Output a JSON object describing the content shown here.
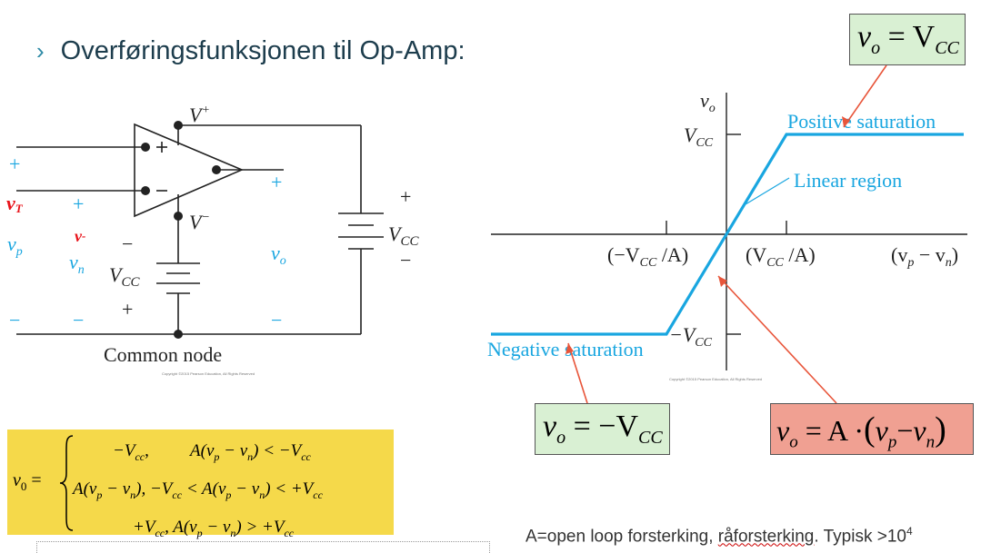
{
  "title": {
    "bullet": "›",
    "text": "Overføringsfunksjonen til Op-Amp:"
  },
  "circuit": {
    "v_plus": "V",
    "v_plus_sup": "+",
    "v_minus": "V",
    "v_minus_sup": "−",
    "vcc_right": "V",
    "vcc_right_sub": "CC",
    "vcc_left": "V",
    "vcc_left_sub": "CC",
    "vp": "v",
    "vp_sub": "p",
    "vn": "v",
    "vn_sub": "n",
    "vo": "v",
    "vo_sub": "o",
    "common_node": "Common node",
    "copyright": "Copyright ©2015 Pearson Education, All Rights Reserved",
    "plus": "+",
    "minus": "−"
  },
  "graph": {
    "y_axis_label": "v",
    "y_axis_label_sub": "o",
    "vcc_label": "V",
    "vcc_label_sub": "CC",
    "neg_vcc_label": "−V",
    "neg_vcc_label_sub": "CC",
    "positive_saturation": "Positive saturation",
    "linear_region": "Linear region",
    "negative_saturation": "Negative saturation",
    "tick_left": "(−V",
    "tick_left_sub": "CC",
    "tick_left_end": " /A)",
    "tick_right": "(V",
    "tick_right_sub": "CC",
    "tick_right_end": " /A)",
    "x_axis_label": "(v",
    "x_axis_label_sub1": "p",
    "x_axis_label_mid": " − v",
    "x_axis_label_sub2": "n",
    "x_axis_label_end": ")",
    "copyright": "Copyright ©2015 Pearson Education, All Rights Reserved",
    "line_color": "#19a6e0"
  },
  "callouts": {
    "pos": {
      "lhs": "v",
      "lhs_sub": "o",
      "rhs": " = V",
      "rhs_sub": "CC",
      "bg": "#d9f0d3"
    },
    "neg": {
      "lhs": "v",
      "lhs_sub": "o",
      "rhs": " = −V",
      "rhs_sub": "CC",
      "bg": "#d9f0d3"
    },
    "lin": {
      "lhs": "v",
      "lhs_sub": "o",
      "rhs": " = A ·",
      "p": "v",
      "p_sub": "p",
      "dash": "−",
      "n": "v",
      "n_sub": "n",
      "bg": "#f0a092"
    }
  },
  "formula": {
    "lhs": "v",
    "lhs_sub": "0",
    "eq": "=",
    "row1": "−V",
    "row1_sub": "cc",
    "row1_cond": "A(v",
    "row1_cond_p": "p",
    "row1_cond_mid": " − v",
    "row1_cond_n": "n",
    "row1_cond_end": ") < −V",
    "row1_cond_sub": "cc",
    "row2": "A(v",
    "row2_p": "p",
    "row2_mid": " − v",
    "row2_n": "n",
    "row2_end": "), −V",
    "row2_sub": "cc",
    "row2_cond": " < A(v",
    "row2_cond_p": "p",
    "row2_cond_mid": " − v",
    "row2_cond_n": "n",
    "row2_cond_end": ") < +V",
    "row2_cond_sub": "cc",
    "row3": "+V",
    "row3_sub": "cc",
    "row3_cond": ", A(v",
    "row3_cond_p": "p",
    "row3_cond_mid": " − v",
    "row3_cond_n": "n",
    "row3_cond_end": ") > +V",
    "row3_cond_sub": "cc",
    "bg": "#f5d94a"
  },
  "footer": {
    "text1": "A=open loop forsterking, ",
    "text2": "råforsterking",
    "text3": ".   Typisk >10",
    "sup": "4"
  },
  "handwriting": {
    "vt": "v",
    "vt_sub": "T",
    "vn_mark": "v",
    "vn_mark_sub": "-",
    "color": "#e8131a"
  }
}
